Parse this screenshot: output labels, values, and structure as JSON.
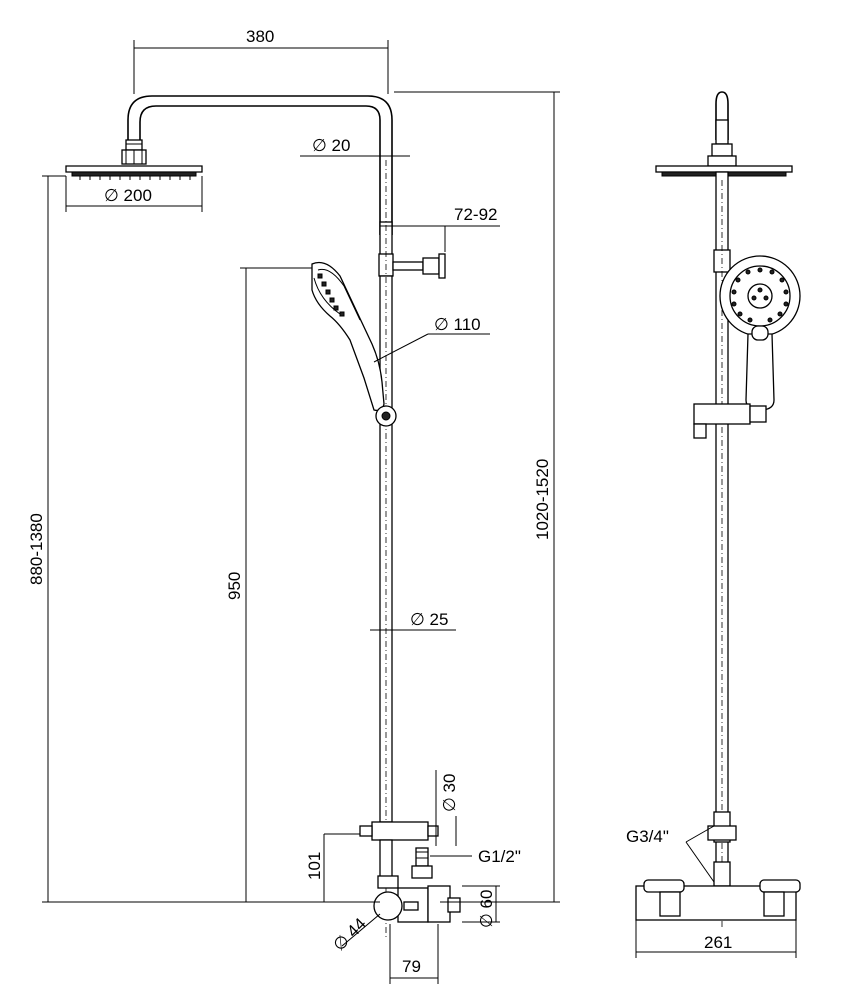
{
  "front_view": {
    "dim_width_arm": "380",
    "dim_pipe_top": "∅ 20",
    "dim_head_diameter": "∅ 200",
    "dim_wall_bracket": "72-92",
    "dim_hand_shower": "∅ 110",
    "dim_total_height": "1020-1520",
    "dim_left_height": "880-1380",
    "dim_rail_height": "950",
    "dim_pipe_main": "∅ 25",
    "dim_diverter": "∅ 30",
    "dim_outlet_thread": "G1/2\"",
    "dim_valve_offset": "101",
    "dim_body_height": "∅ 60",
    "dim_knob": "∅ 44",
    "dim_body_depth": "79"
  },
  "side_view": {
    "dim_inlet_thread": "G3/4\"",
    "dim_mixer_width": "261"
  }
}
